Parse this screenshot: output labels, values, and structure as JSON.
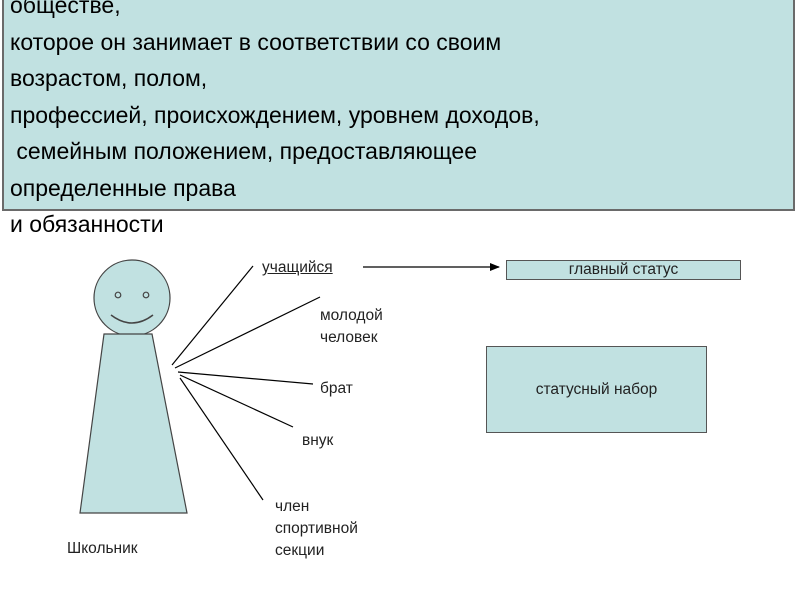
{
  "definition": {
    "lines": [
      "обществе,",
      "которое он занимает в соответствии со своим",
      "возрастом, полом,",
      "профессией, происхождением, уровнем доходов,",
      " семейным положением, предоставляющее",
      "определенные права",
      "и обязанности"
    ]
  },
  "figure": {
    "caption": "Школьник"
  },
  "statuses": {
    "student": "учащийся",
    "young_person": [
      "молодой",
      "человек"
    ],
    "brother": "брат",
    "grandson": "внук",
    "sports_member": [
      "член",
      "спортивной",
      "секции"
    ]
  },
  "main_status": "главный статус",
  "status_set": "статусный набор",
  "colors": {
    "fill": "#c1e1e1",
    "border": "#555555"
  }
}
